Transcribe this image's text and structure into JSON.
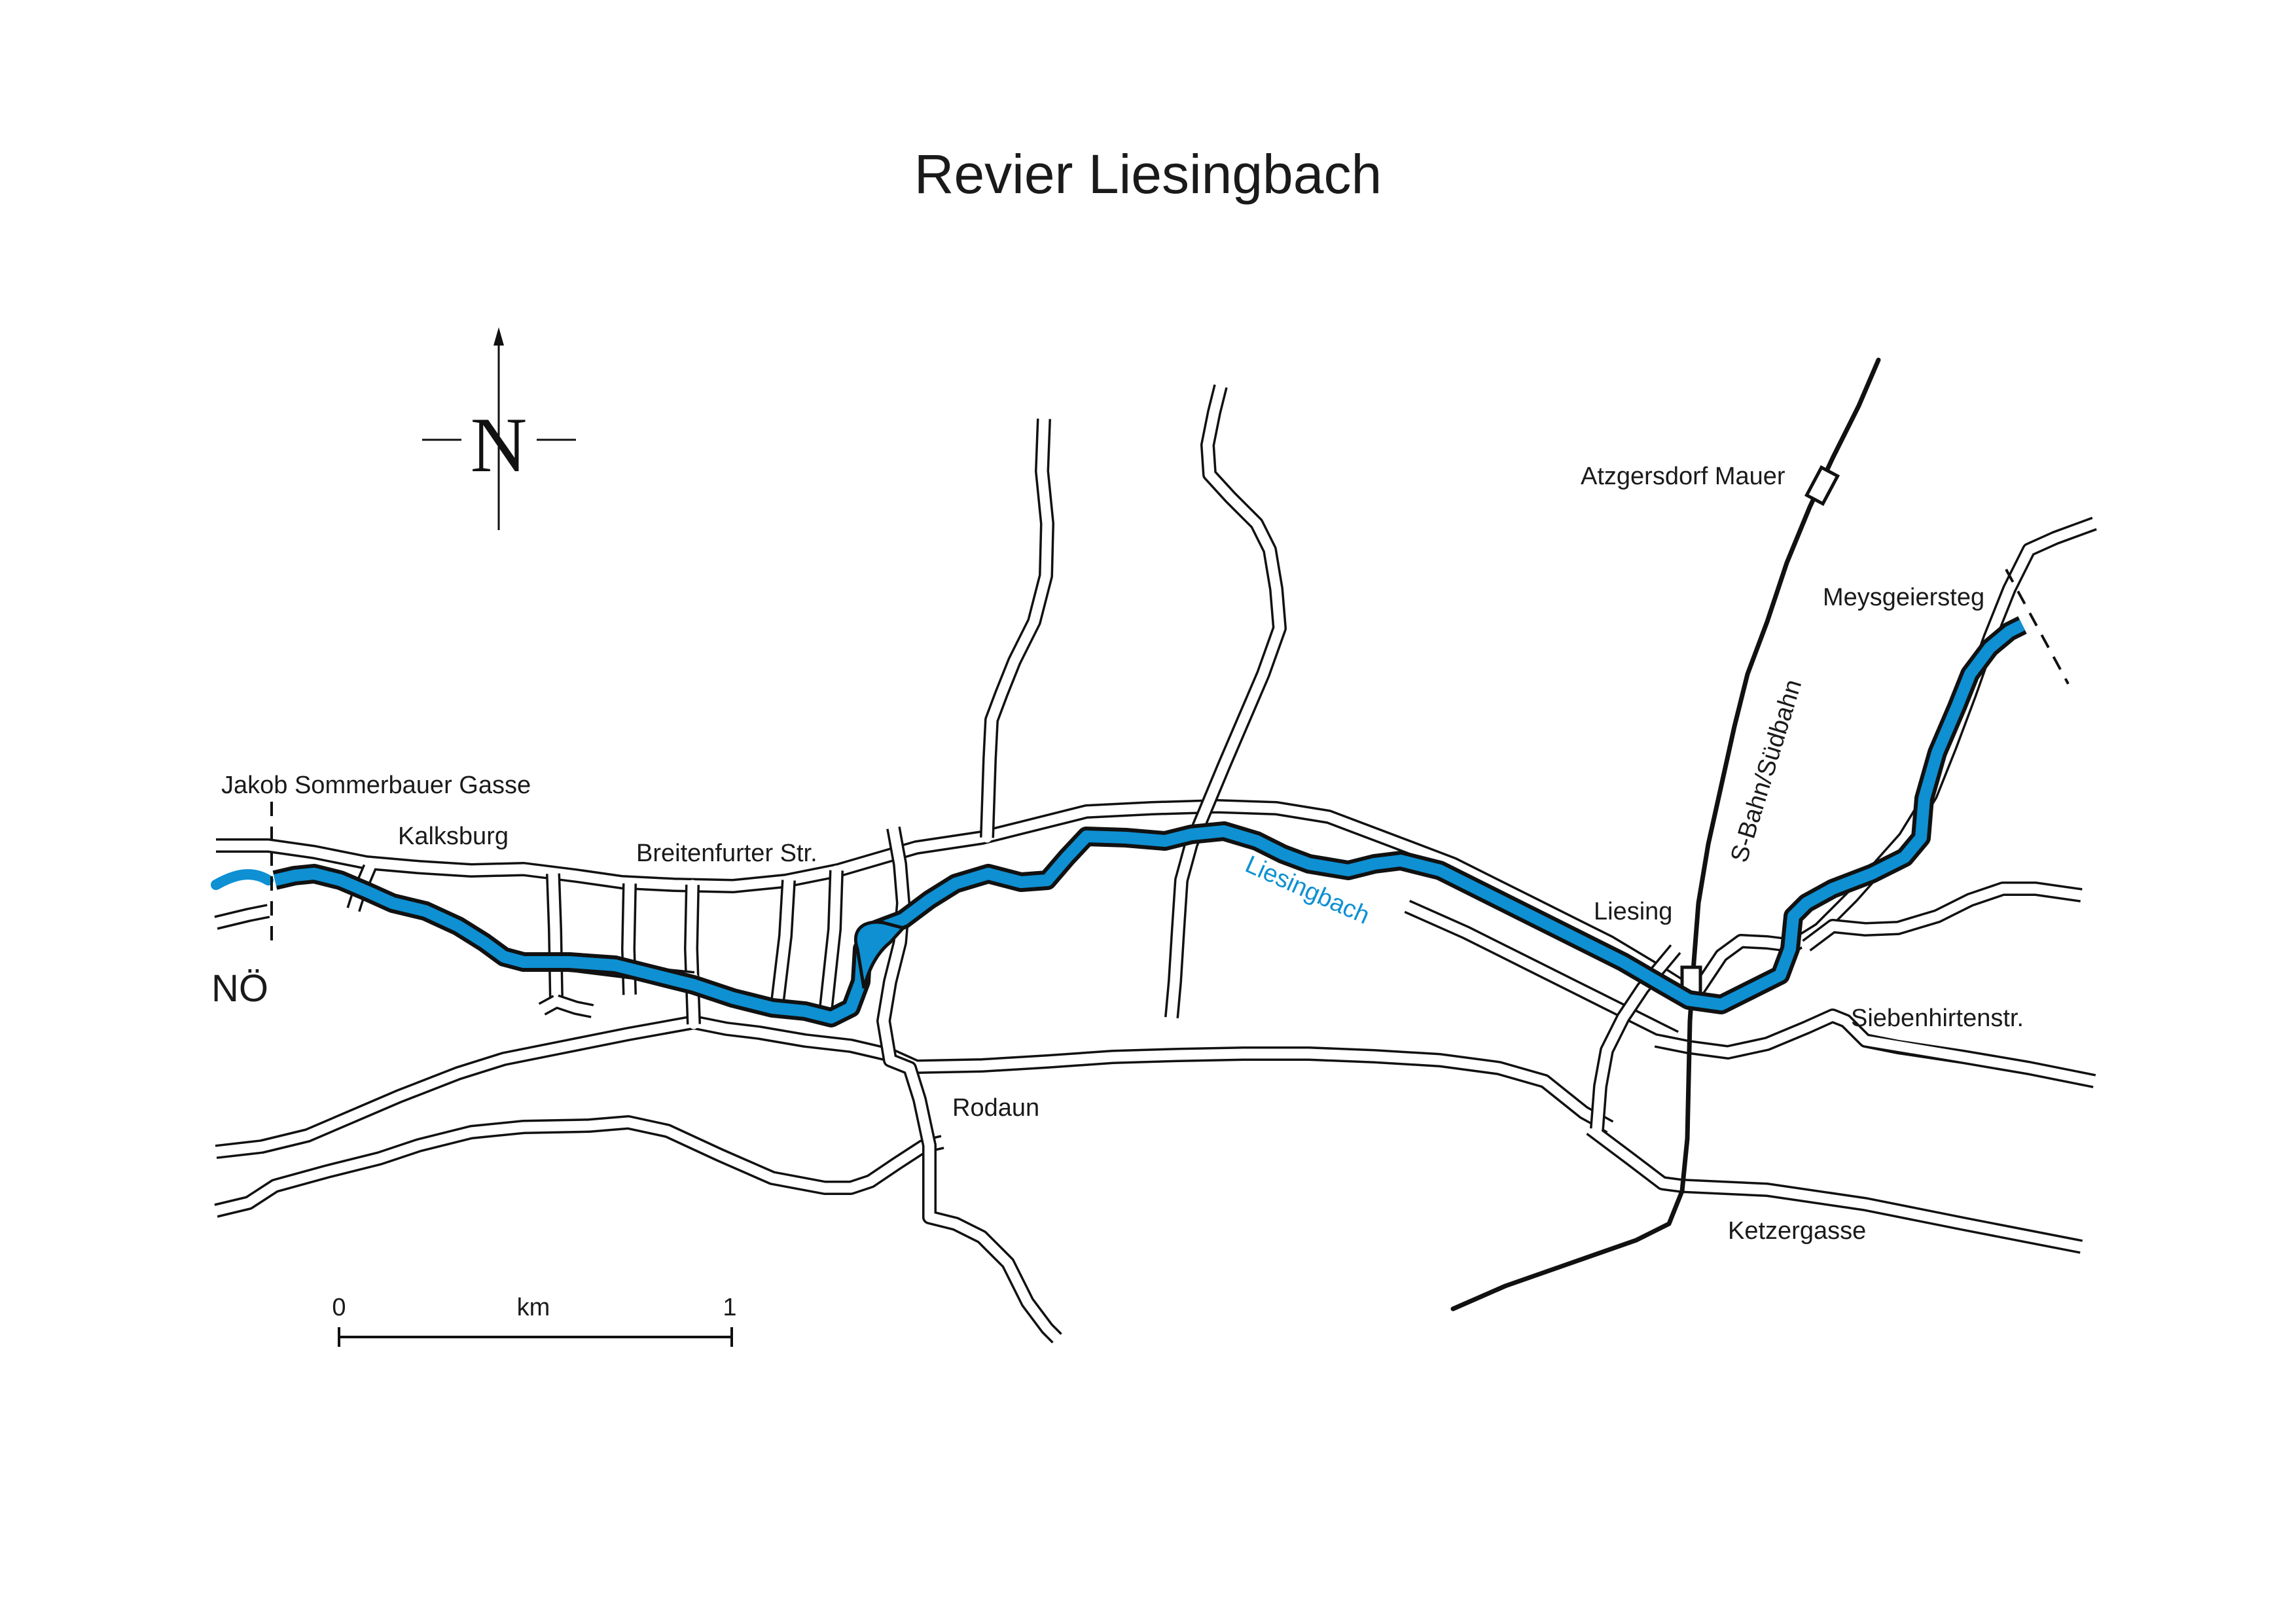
{
  "title": "Revier Liesingbach",
  "compass": {
    "letter": "N"
  },
  "colors": {
    "river": "#0e90d2",
    "outline": "#111111",
    "background": "#ffffff"
  },
  "labels": {
    "jakob_sommerbauer_gasse": "Jakob Sommerbauer Gasse",
    "kalksburg": "Kalksburg",
    "breitenfurter_str": "Breitenfurter Str.",
    "noe": "NÖ",
    "liesingbach": "Liesingbach",
    "rodaun": "Rodaun",
    "liesing": "Liesing",
    "atzgersdorf_mauer": "Atzgersdorf Mauer",
    "meysgeiersteg": "Meysgeiersteg",
    "s_bahn_suedbahn": "S-Bahn/Südbahn",
    "siebenhirtenstr": "Siebenhirtenstr.",
    "ketzergasse": "Ketzergasse"
  },
  "scale_bar": {
    "start": "0",
    "unit": "km",
    "end": "1"
  }
}
